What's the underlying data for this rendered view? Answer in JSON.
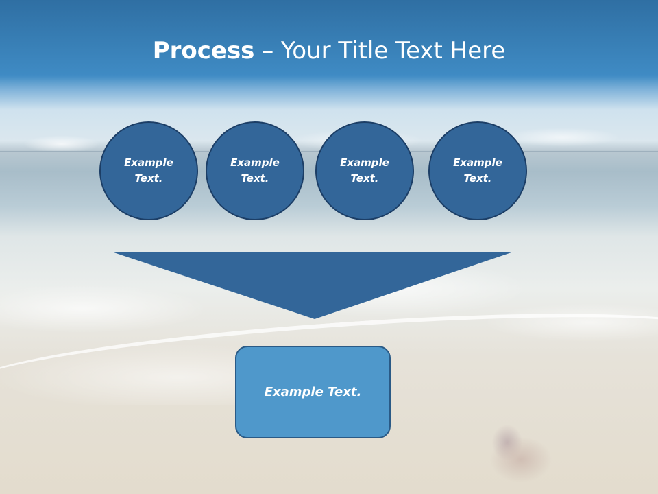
{
  "slide": {
    "title_bold": "Process",
    "title_rest": " – Your Title Text Here",
    "circles": [
      {
        "label": "Example Text."
      },
      {
        "label": "Example Text."
      },
      {
        "label": "Example Text."
      },
      {
        "label": "Example Text."
      }
    ],
    "result_label": "Example Text."
  },
  "colors": {
    "circle_fill": "#336699",
    "circle_border": "#1c3e66",
    "funnel_fill": "#336699",
    "result_fill": "#4f98cb",
    "result_border": "#2a5a86",
    "title_text": "#ffffff"
  }
}
